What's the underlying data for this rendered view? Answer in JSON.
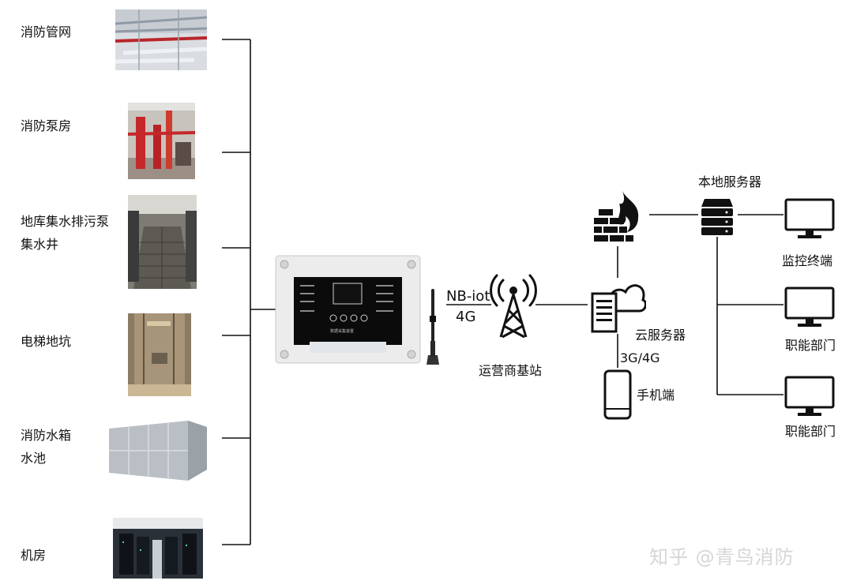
{
  "sources": [
    {
      "lines": [
        "消防管网"
      ],
      "photo": "pipe-network-photo"
    },
    {
      "lines": [
        "消防泵房"
      ],
      "photo": "pump-room-photo"
    },
    {
      "lines": [
        "地库集水排污泵",
        "集水井"
      ],
      "photo": "sump-pit-photo"
    },
    {
      "lines": [
        "电梯地坑"
      ],
      "photo": "elevator-pit-photo"
    },
    {
      "lines": [
        "消防水箱",
        "水池"
      ],
      "photo": "water-tank-photo"
    },
    {
      "lines": [
        "机房"
      ],
      "photo": "server-room-photo"
    }
  ],
  "device": {
    "panel_label": "数据采集装置"
  },
  "link": {
    "protocol": "NB-iot",
    "generation": "4G"
  },
  "base_station": {
    "label": "运营商基站"
  },
  "cloud": {
    "label": "云服务器",
    "mobile_link": "3G/4G"
  },
  "mobile": {
    "label": "手机端"
  },
  "local_server": {
    "label": "本地服务器"
  },
  "terminals": [
    "监控终端",
    "职能部门",
    "职能部门"
  ],
  "watermark": "知乎 @青鸟消防",
  "colors": {
    "line": "#111111",
    "device_body": "#eeeeee",
    "panel": "#0b0b0b"
  }
}
